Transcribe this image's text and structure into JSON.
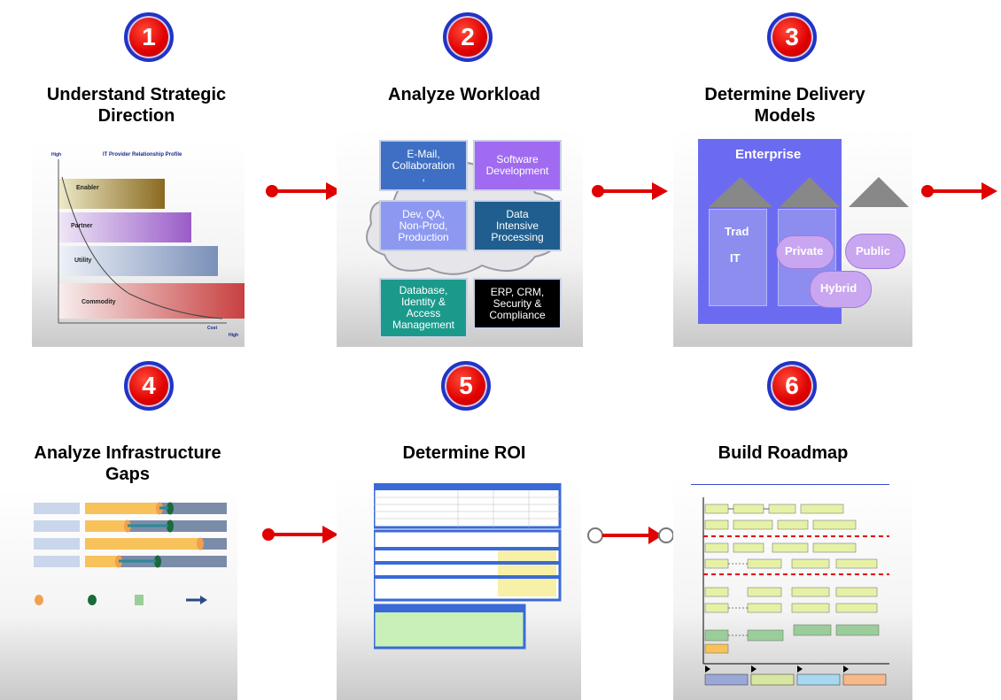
{
  "steps": [
    {
      "number": "1",
      "title_line1": "Understand Strategic",
      "title_line2": "Direction"
    },
    {
      "number": "2",
      "title_line1": "Analyze Workload",
      "title_line2": ""
    },
    {
      "number": "3",
      "title_line1": "Determine Delivery",
      "title_line2": "Models"
    },
    {
      "number": "4",
      "title_line1": "Analyze Infrastructure",
      "title_line2": "Gaps"
    },
    {
      "number": "5",
      "title_line1": "Determine ROI",
      "title_line2": ""
    },
    {
      "number": "6",
      "title_line1": "Build Roadmap",
      "title_line2": ""
    }
  ],
  "strategic": {
    "chart_title": "IT Provider Relationship Profile",
    "y_axis": "High",
    "x_axis_end": "High",
    "x_label": "Cost",
    "levels": [
      "Enabler",
      "Partner",
      "Utility",
      "Commodity"
    ]
  },
  "workload": {
    "boxes": [
      {
        "line1": "E-Mail,",
        "line2": "Collaboration",
        "line3": ",",
        "color": "#3f6fc4"
      },
      {
        "line1": "Software",
        "line2": "Development",
        "line3": "",
        "color": "#a06bf0"
      },
      {
        "line1": "Dev, QA,",
        "line2": "Non-Prod,",
        "line3": "Production",
        "color": "#8d99f0"
      },
      {
        "line1": "Data",
        "line2": "Intensive",
        "line3": "Processing",
        "color": "#1f5e8e"
      },
      {
        "line1": "Database,",
        "line2": "Identity &",
        "line3": "Access",
        "line4": "Management",
        "color": "#1b9a8c"
      },
      {
        "line1": "ERP, CRM,",
        "line2": "Security &",
        "line3": "Compliance",
        "line4": "",
        "color": "#000000"
      }
    ]
  },
  "delivery": {
    "enterprise": "Enterprise",
    "trad": "Trad",
    "it": "IT",
    "private": "Private",
    "public": "Public",
    "hybrid": "Hybrid"
  },
  "colors": {
    "badge_red": "#e00000",
    "badge_ring": "#2034c8",
    "arrow": "#e00000",
    "enterprise": "#6b6bf2"
  }
}
